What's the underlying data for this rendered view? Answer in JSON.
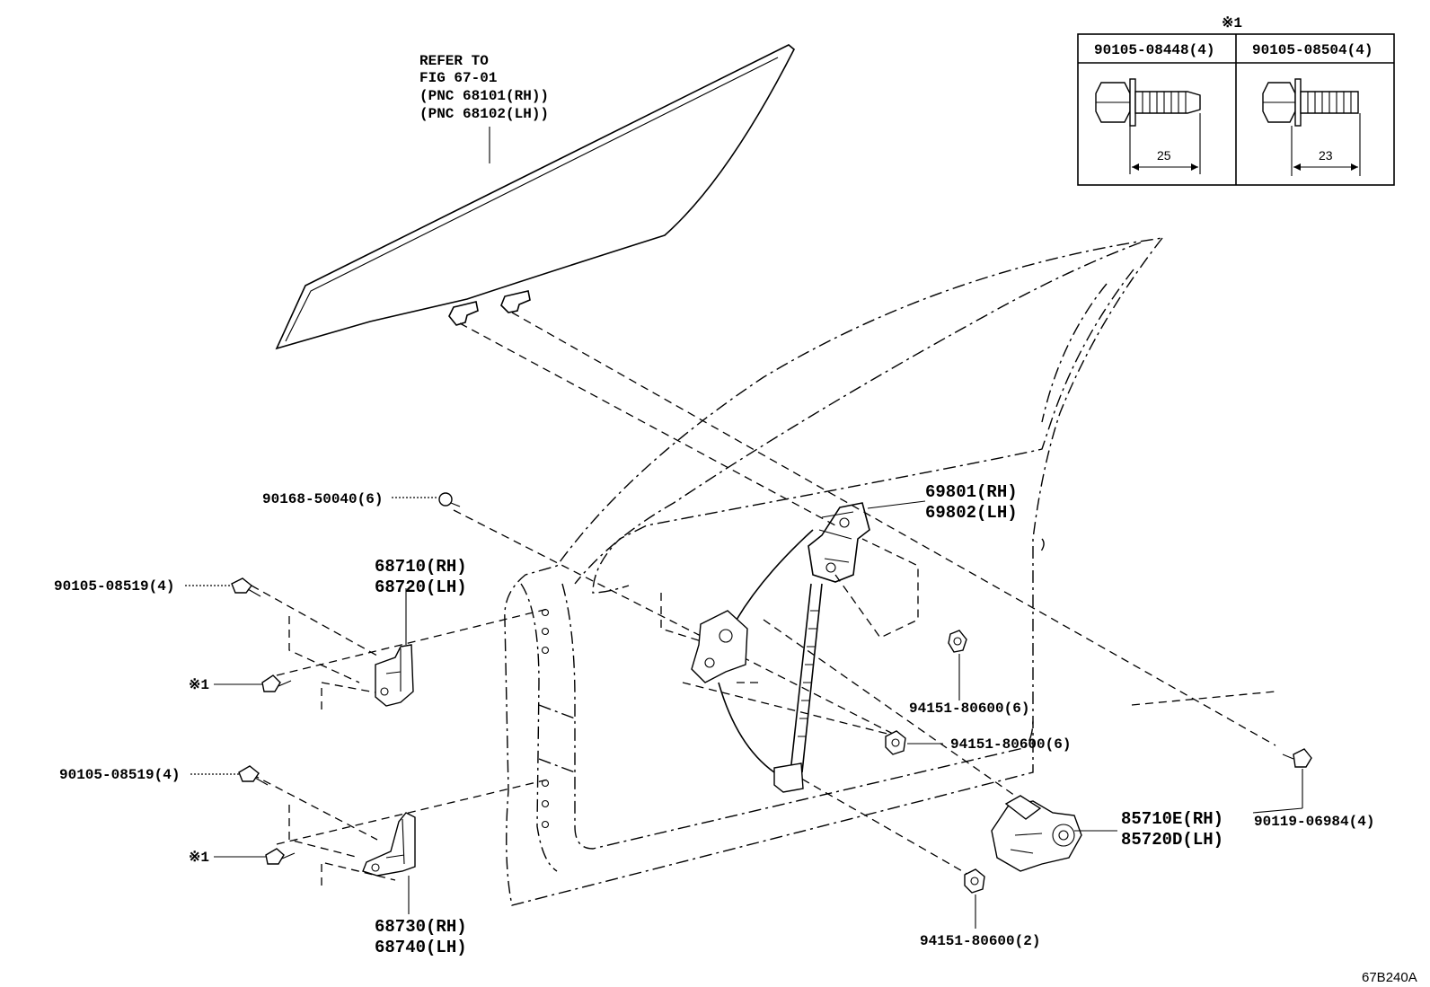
{
  "figure_id": "67B240A",
  "glass_note": {
    "lines": [
      "REFER TO",
      "FIG 67-01",
      "(PNC 68101(RH))",
      "(PNC 68102(LH))"
    ]
  },
  "bolt_table": {
    "marker": "※1",
    "bolts": [
      {
        "part_no": "90105-08448(4)",
        "length": "25"
      },
      {
        "part_no": "90105-08504(4)",
        "length": "23"
      }
    ]
  },
  "callouts": {
    "bolt_top": "90168-50040(6)",
    "regulator_rh": "69801(RH)",
    "regulator_lh": "69802(LH)",
    "upper_hinge_rh": "68710(RH)",
    "upper_hinge_lh": "68720(LH)",
    "upper_hinge_bolt": "90105-08519(4)",
    "upper_marker_bolt": "※1",
    "lower_hinge_bolt": "90105-08519(4)",
    "lower_marker_bolt": "※1",
    "lower_hinge_rh": "68730(RH)",
    "lower_hinge_lh": "68740(LH)",
    "nut_a": "94151-80600(6)",
    "nut_b": "94151-80600(6)",
    "motor_rh": "85710E(RH)",
    "motor_lh": "85720D(LH)",
    "screw_right": "90119-06984(4)",
    "nut_c": "94151-80600(2)"
  }
}
